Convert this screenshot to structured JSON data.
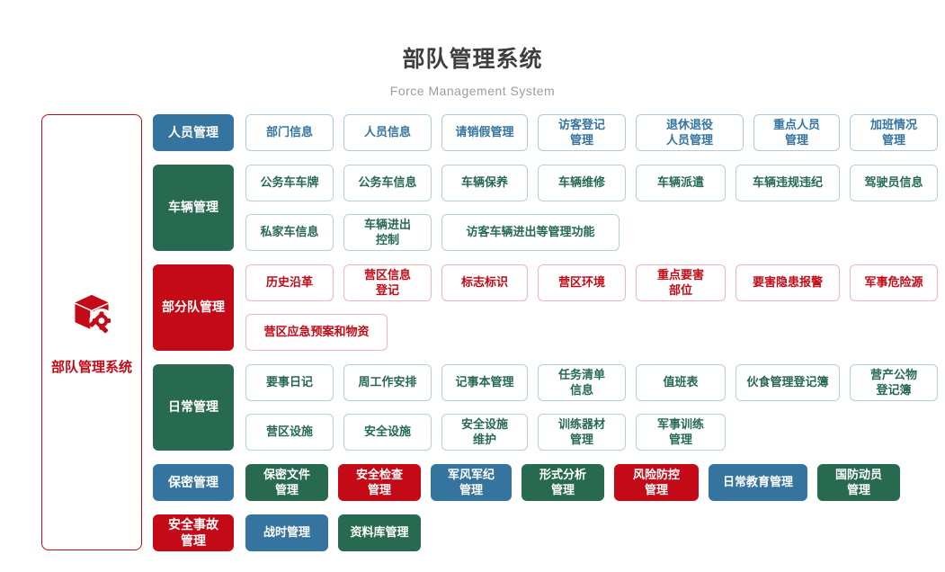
{
  "header": {
    "title": "部队管理系统",
    "subtitle": "Force Management System"
  },
  "sidebar": {
    "label": "部队管理系统",
    "icon": "cube-gear-icon"
  },
  "colors": {
    "blue": "#35749f",
    "green": "#276a50",
    "red": "#c40a16",
    "outline_blue_border": "#aecbe0",
    "outline_green_border": "#b5d4c8",
    "outline_red_border": "#f2b4ba",
    "title_text": "#3f3f3f",
    "subtitle_text": "#9c9c9c"
  },
  "rows": [
    {
      "header": {
        "label": "人员管理",
        "color": "blue"
      },
      "subrows": [
        [
          {
            "label": "部门信息"
          },
          {
            "label": "人员信息"
          },
          {
            "label": "请销假管理"
          },
          {
            "label": "访客登记\n管理"
          },
          {
            "label": "退休退役\n人员管理"
          },
          {
            "label": "重点人员\n管理"
          },
          {
            "label": "加班情况\n管理"
          }
        ]
      ]
    },
    {
      "header": {
        "label": "车辆管理",
        "color": "green"
      },
      "subrows": [
        [
          {
            "label": "公务车车牌"
          },
          {
            "label": "公务车信息"
          },
          {
            "label": "车辆保养"
          },
          {
            "label": "车辆维修"
          },
          {
            "label": "车辆派遣"
          },
          {
            "label": "车辆违规违纪"
          },
          {
            "label": "驾驶员信息"
          }
        ],
        [
          {
            "label": "私家车信息"
          },
          {
            "label": "车辆进出\n控制"
          },
          {
            "label": "访客车辆进出等管理功能"
          }
        ]
      ]
    },
    {
      "header": {
        "label": "部分队管理",
        "color": "red"
      },
      "subrows": [
        [
          {
            "label": "历史沿革"
          },
          {
            "label": "营区信息\n登记"
          },
          {
            "label": "标志标识"
          },
          {
            "label": "营区环境"
          },
          {
            "label": "重点要害\n部位"
          },
          {
            "label": "要害隐患报警"
          },
          {
            "label": "军事危险源"
          }
        ],
        [
          {
            "label": "营区应急预案和物资"
          }
        ]
      ]
    },
    {
      "header": {
        "label": "日常管理",
        "color": "green"
      },
      "subrows": [
        [
          {
            "label": "要事日记"
          },
          {
            "label": "周工作安排"
          },
          {
            "label": "记事本管理"
          },
          {
            "label": "任务清单\n信息"
          },
          {
            "label": "值班表"
          },
          {
            "label": "伙食管理登记簿"
          },
          {
            "label": "营产公物\n登记簿"
          }
        ],
        [
          {
            "label": "营区设施"
          },
          {
            "label": "安全设施"
          },
          {
            "label": "安全设施\n维护"
          },
          {
            "label": "训练器材\n管理"
          },
          {
            "label": "军事训练\n管理"
          }
        ]
      ]
    },
    {
      "header": {
        "label": "保密管理",
        "color": "blue"
      },
      "solid_items": [
        {
          "label": "保密文件\n管理",
          "color": "green"
        },
        {
          "label": "安全检查\n管理",
          "color": "red"
        },
        {
          "label": "军风军纪\n管理",
          "color": "blue"
        },
        {
          "label": "形式分析\n管理",
          "color": "green"
        },
        {
          "label": "风险防控\n管理",
          "color": "red"
        },
        {
          "label": "日常教育管理",
          "color": "blue"
        },
        {
          "label": "国防动员\n管理",
          "color": "green"
        }
      ]
    },
    {
      "header": {
        "label": "安全事故\n管理",
        "color": "red"
      },
      "solid_items": [
        {
          "label": "战时管理",
          "color": "blue"
        },
        {
          "label": "资料库管理",
          "color": "green"
        }
      ]
    }
  ]
}
